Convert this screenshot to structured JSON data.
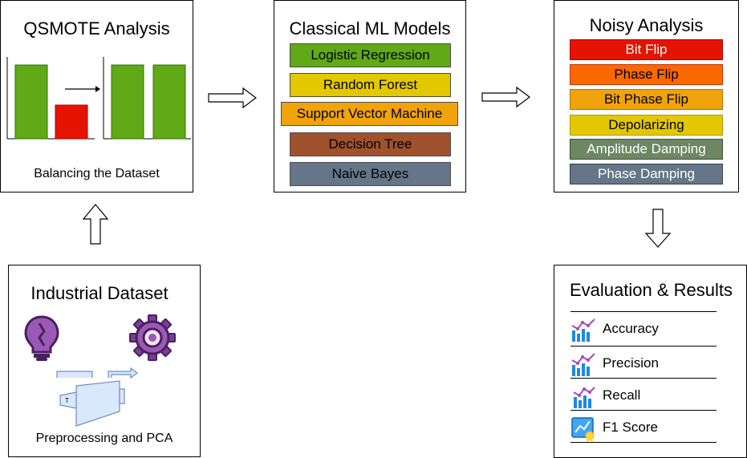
{
  "qsmote": {
    "title": "QSMOTE Analysis",
    "caption": "Balancing the Dataset"
  },
  "models": {
    "title": "Classical ML Models",
    "items": [
      {
        "label": "Logistic Regression",
        "color": "#60a917"
      },
      {
        "label": "Random Forest",
        "color": "#e3c800"
      },
      {
        "label": "Support Vector Machine",
        "color": "#f0a30a"
      },
      {
        "label": "Decision Tree",
        "color": "#a0522d"
      },
      {
        "label": "Naive Bayes",
        "color": "#647687"
      }
    ]
  },
  "noisy": {
    "title": "Noisy Analysis",
    "items": [
      {
        "label": "Bit Flip",
        "color": "#e51400"
      },
      {
        "label": "Phase Flip",
        "color": "#fa6800"
      },
      {
        "label": "Bit Phase Flip",
        "color": "#f0a30a"
      },
      {
        "label": "Depolarizing",
        "color": "#e3c800"
      },
      {
        "label": "Amplitude Damping",
        "color": "#6d8764"
      },
      {
        "label": "Phase Damping",
        "color": "#647687"
      }
    ]
  },
  "dataset": {
    "title": "Industrial Dataset",
    "caption": "Preprocessing and PCA"
  },
  "evaluation": {
    "title": "Evaluation & Results",
    "metrics": [
      {
        "label": "Accuracy",
        "icon": "chart-icon"
      },
      {
        "label": "Precision",
        "icon": "chart-icon"
      },
      {
        "label": "Recall",
        "icon": "chart-icon"
      },
      {
        "label": "F1 Score",
        "icon": "certificate-icon"
      }
    ]
  }
}
